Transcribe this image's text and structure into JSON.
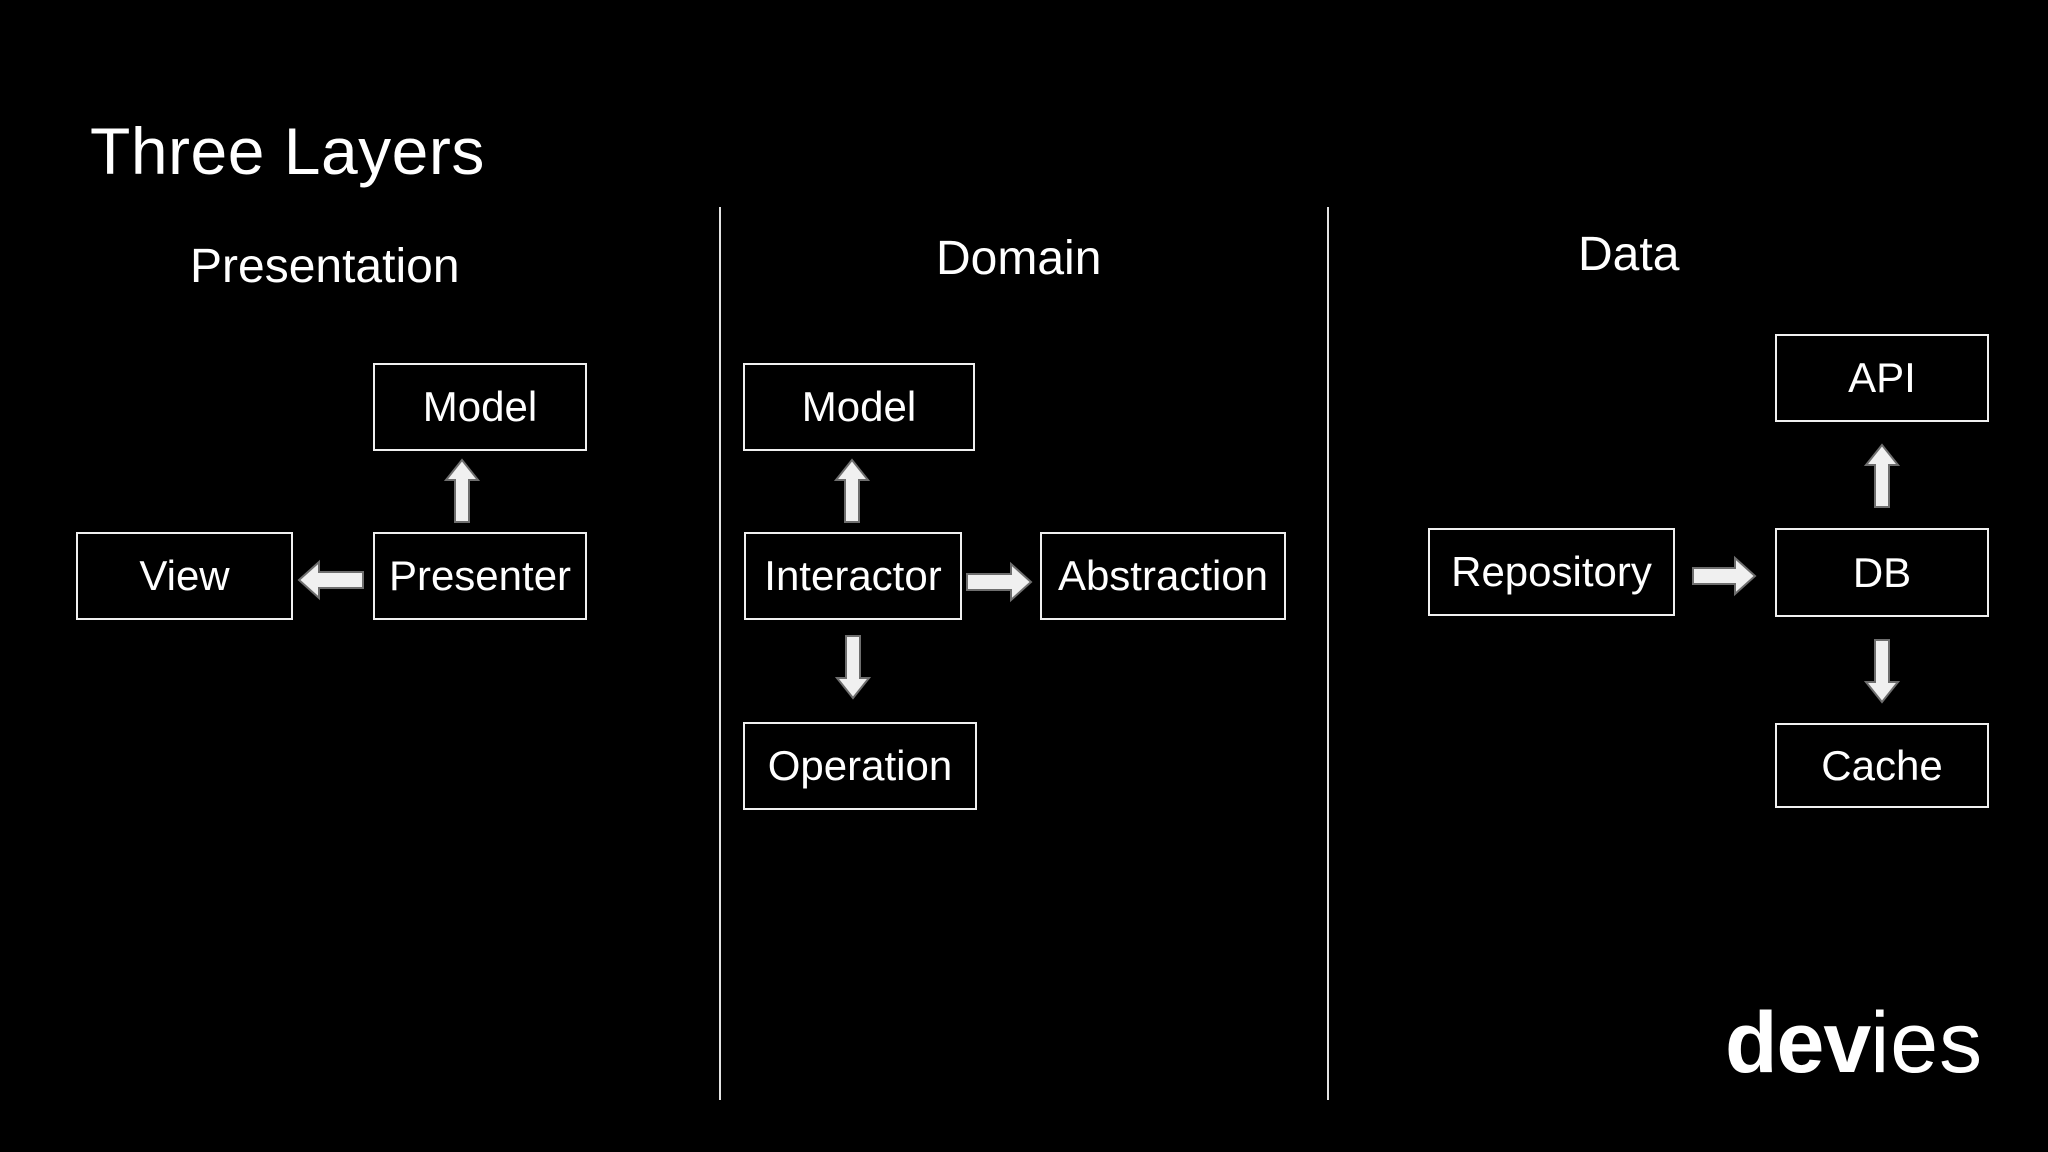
{
  "title": "Three Layers",
  "colors": {
    "background": "#000000",
    "text": "#ffffff",
    "box_border": "#f0f0f0",
    "arrow_fill": "#f0f0f0",
    "arrow_stroke": "#6e6e6e",
    "divider": "#e3e3e3"
  },
  "layers": [
    {
      "name": "Presentation",
      "boxes": [
        {
          "label": "Model"
        },
        {
          "label": "View"
        },
        {
          "label": "Presenter"
        }
      ],
      "arrows": [
        "Presenter to Model (up)",
        "Presenter to View (left)"
      ]
    },
    {
      "name": "Domain",
      "boxes": [
        {
          "label": "Model"
        },
        {
          "label": "Interactor"
        },
        {
          "label": "Abstraction"
        },
        {
          "label": "Operation"
        }
      ],
      "arrows": [
        "Interactor to Model (up)",
        "Interactor to Abstraction (right)",
        "Interactor to Operation (down)"
      ]
    },
    {
      "name": "Data",
      "boxes": [
        {
          "label": "API"
        },
        {
          "label": "Repository"
        },
        {
          "label": "DB"
        },
        {
          "label": "Cache"
        }
      ],
      "arrows": [
        "DB to API (up)",
        "Repository to DB (right)",
        "DB to Cache (down)"
      ]
    }
  ],
  "logo": {
    "bold": "dev",
    "light": "ies"
  }
}
